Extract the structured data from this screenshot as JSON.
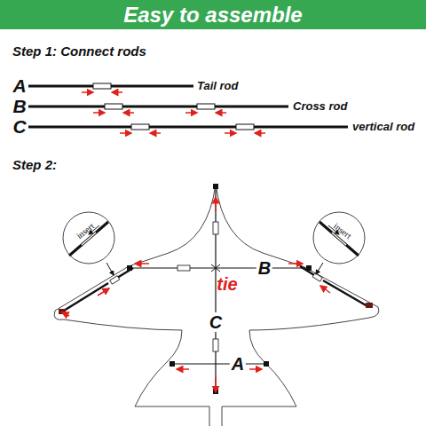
{
  "diagram": {
    "title": "Easy to assemble",
    "labels": [
      "Step 1: Connect rods",
      "A",
      "Tail rod",
      "B",
      "Cross rod",
      "C",
      "vertical rod",
      "Step 2:",
      "insert",
      "insert",
      "tie",
      "B",
      "C",
      "A"
    ]
  }
}
